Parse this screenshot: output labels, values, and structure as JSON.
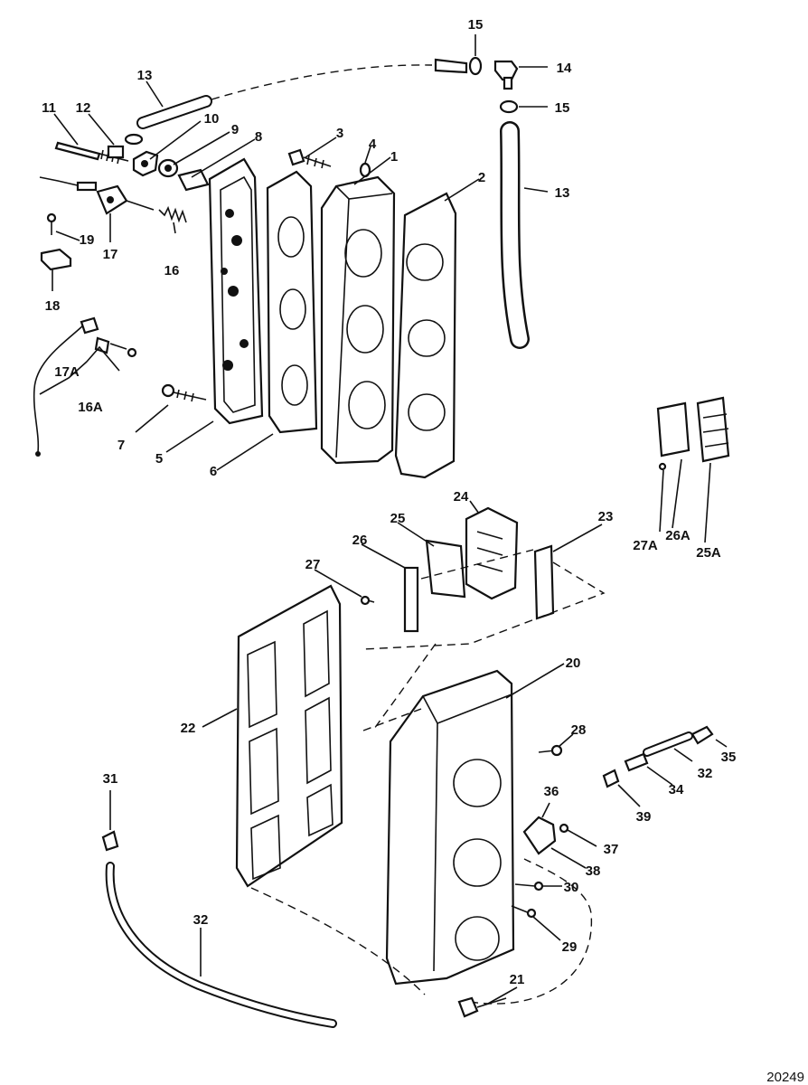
{
  "figure_number": "20249",
  "callouts": [
    {
      "id": "c1",
      "text": "1"
    },
    {
      "id": "c2",
      "text": "2"
    },
    {
      "id": "c3",
      "text": "3"
    },
    {
      "id": "c4",
      "text": "4"
    },
    {
      "id": "c5",
      "text": "5"
    },
    {
      "id": "c6",
      "text": "6"
    },
    {
      "id": "c7",
      "text": "7"
    },
    {
      "id": "c8",
      "text": "8"
    },
    {
      "id": "c9",
      "text": "9"
    },
    {
      "id": "c10",
      "text": "10"
    },
    {
      "id": "c11",
      "text": "11"
    },
    {
      "id": "c12",
      "text": "12"
    },
    {
      "id": "c13a",
      "text": "13"
    },
    {
      "id": "c13b",
      "text": "13"
    },
    {
      "id": "c14",
      "text": "14"
    },
    {
      "id": "c15a",
      "text": "15"
    },
    {
      "id": "c15b",
      "text": "15"
    },
    {
      "id": "c16",
      "text": "16"
    },
    {
      "id": "c16A",
      "text": "16A"
    },
    {
      "id": "c17",
      "text": "17"
    },
    {
      "id": "c17A",
      "text": "17A"
    },
    {
      "id": "c18",
      "text": "18"
    },
    {
      "id": "c19",
      "text": "19"
    },
    {
      "id": "c20",
      "text": "20"
    },
    {
      "id": "c21",
      "text": "21"
    },
    {
      "id": "c22",
      "text": "22"
    },
    {
      "id": "c23",
      "text": "23"
    },
    {
      "id": "c24",
      "text": "24"
    },
    {
      "id": "c25",
      "text": "25"
    },
    {
      "id": "c25A",
      "text": "25A"
    },
    {
      "id": "c26",
      "text": "26"
    },
    {
      "id": "c26A",
      "text": "26A"
    },
    {
      "id": "c27",
      "text": "27"
    },
    {
      "id": "c27A",
      "text": "27A"
    },
    {
      "id": "c28",
      "text": "28"
    },
    {
      "id": "c29",
      "text": "29"
    },
    {
      "id": "c30",
      "text": "30"
    },
    {
      "id": "c31",
      "text": "31"
    },
    {
      "id": "c32a",
      "text": "32"
    },
    {
      "id": "c32b",
      "text": "32"
    },
    {
      "id": "c34",
      "text": "34"
    },
    {
      "id": "c35",
      "text": "35"
    },
    {
      "id": "c36",
      "text": "36"
    },
    {
      "id": "c37",
      "text": "37"
    },
    {
      "id": "c38",
      "text": "38"
    },
    {
      "id": "c39",
      "text": "39"
    }
  ]
}
